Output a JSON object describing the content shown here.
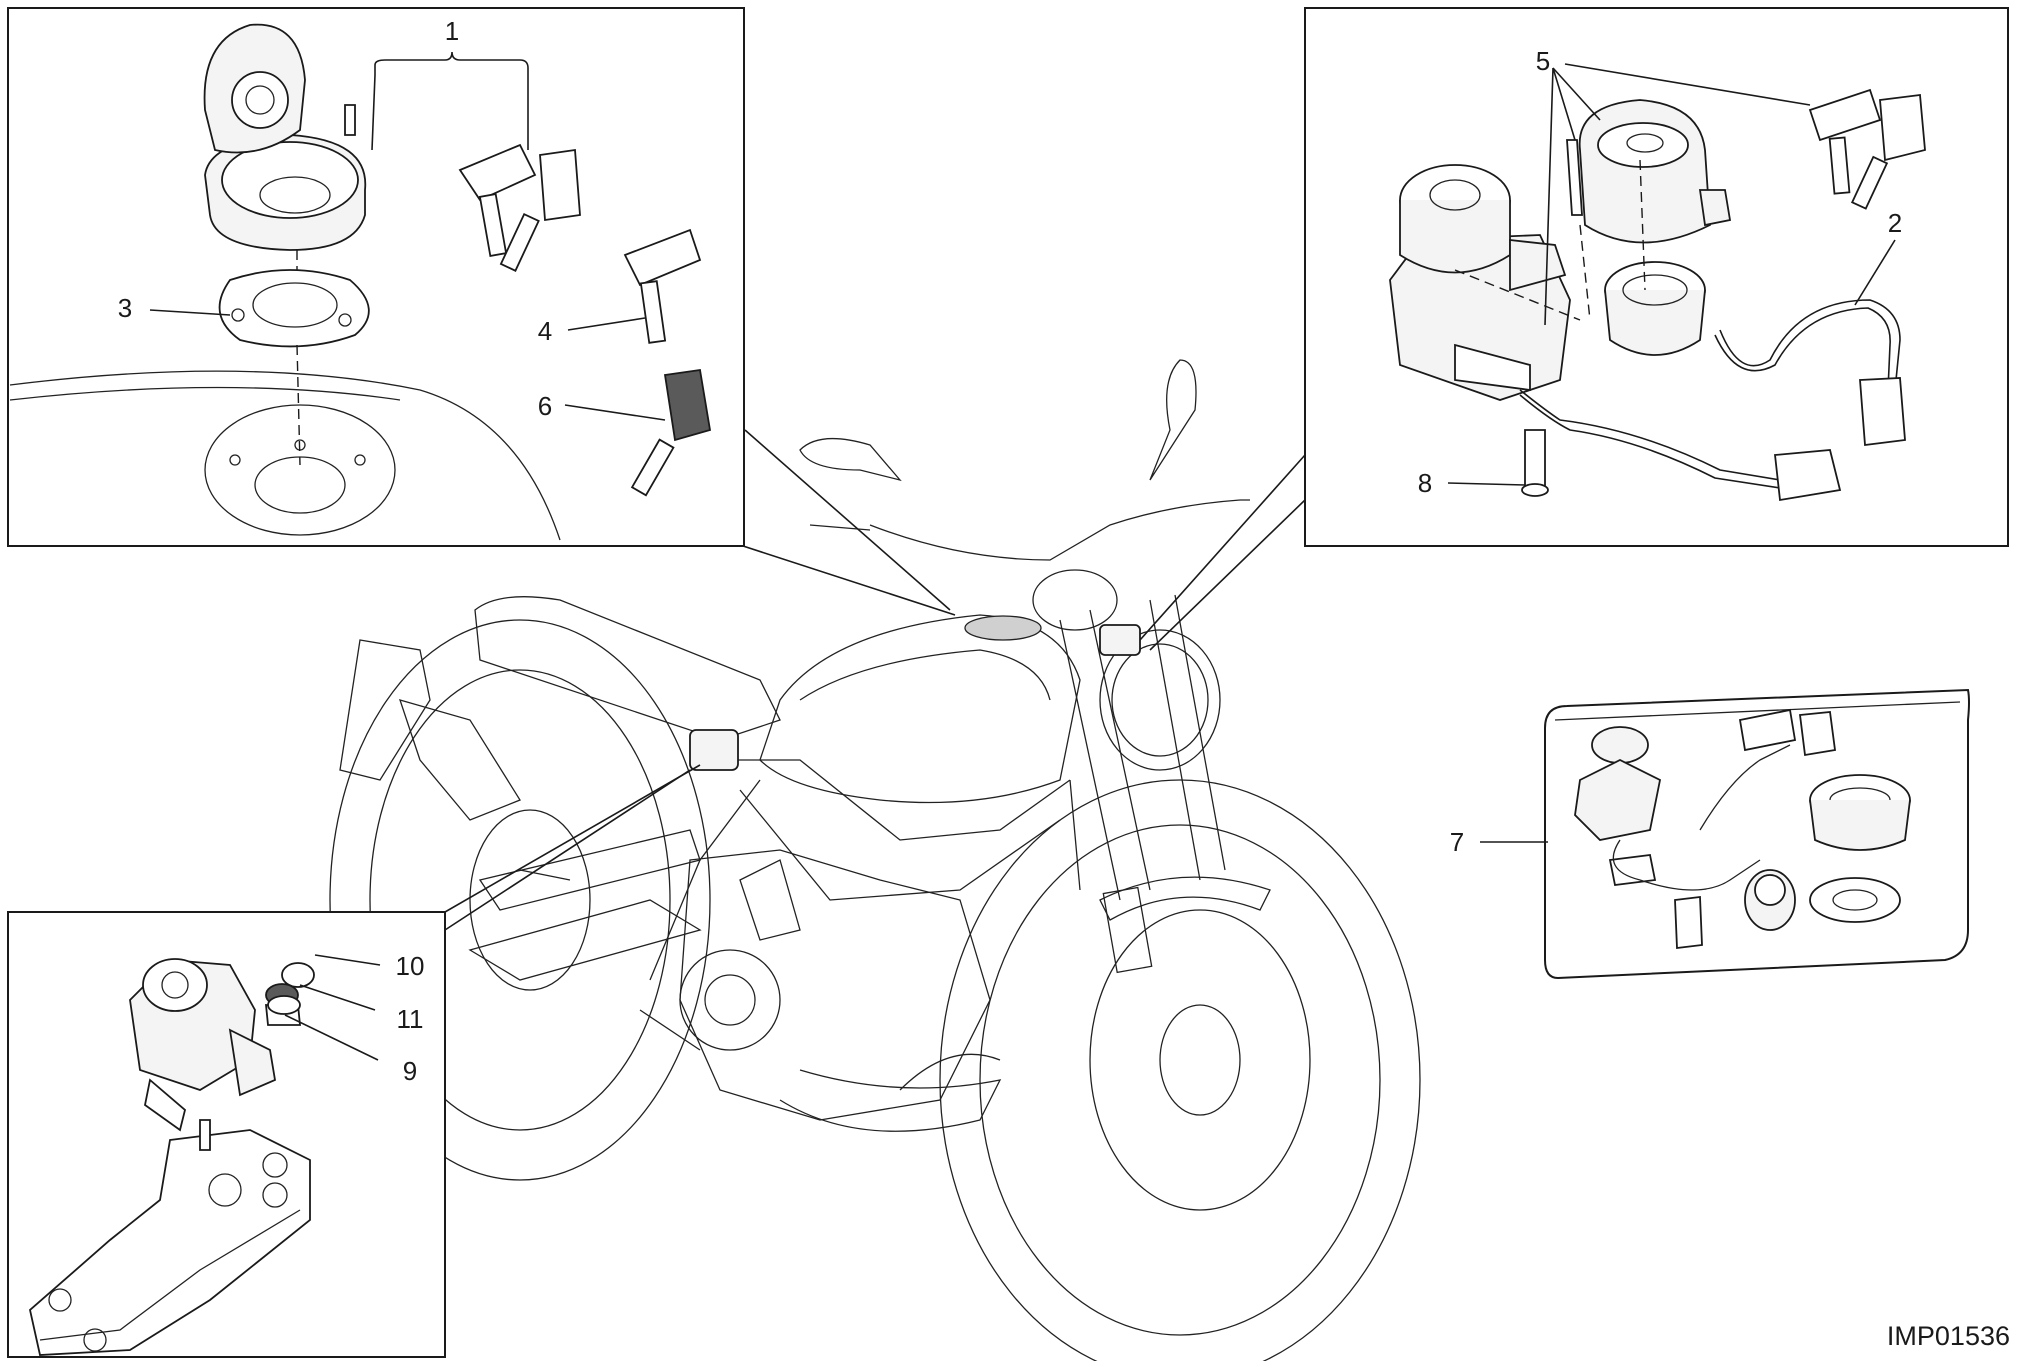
{
  "diagram": {
    "code": "IMP01536",
    "callouts": [
      {
        "id": "1",
        "label": "1"
      },
      {
        "id": "2",
        "label": "2"
      },
      {
        "id": "3",
        "label": "3"
      },
      {
        "id": "4",
        "label": "4"
      },
      {
        "id": "5",
        "label": "5"
      },
      {
        "id": "6",
        "label": "6"
      },
      {
        "id": "7",
        "label": "7"
      },
      {
        "id": "8",
        "label": "8"
      },
      {
        "id": "9",
        "label": "9"
      },
      {
        "id": "10",
        "label": "10"
      },
      {
        "id": "11",
        "label": "11"
      }
    ]
  }
}
